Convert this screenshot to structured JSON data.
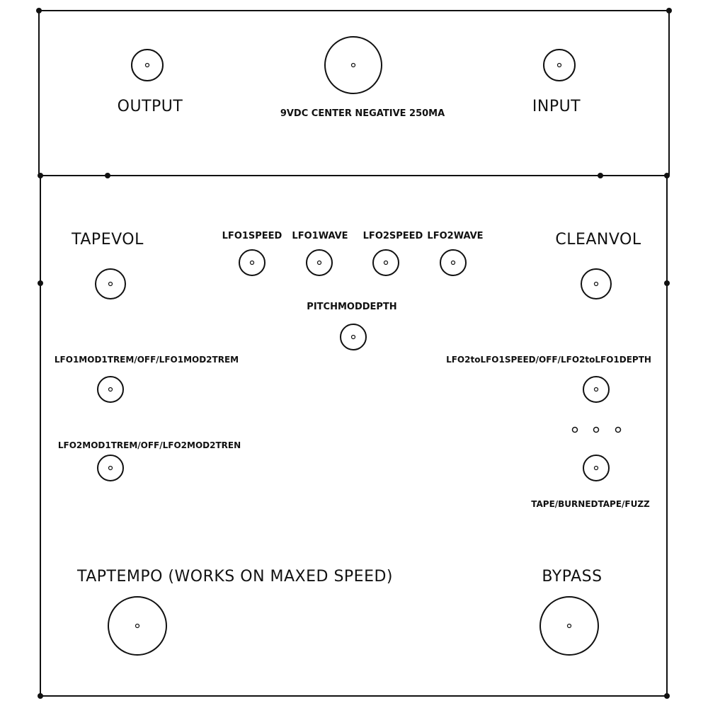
{
  "top_panel": {
    "output": "OUTPUT",
    "power": "9VDC CENTER NEGATIVE 250MA",
    "input": "INPUT"
  },
  "main_panel": {
    "tapevol": "TAPEVOL",
    "cleanvol": "CLEANVOL",
    "lfo1speed": "LFO1SPEED",
    "lfo1wave": "LFO1WAVE",
    "lfo2speed": "LFO2SPEED",
    "lfo2wave": "LFO2WAVE",
    "pitchmoddepth": "PITCHMODDEPTH",
    "lfo1mod_switch": "LFO1MOD1TREM/OFF/LFO1MOD2TREM",
    "lfo2mod_switch": "LFO2MOD1TREM/OFF/LFO2MOD2TREN",
    "lfo2_to_lfo1_switch": "LFO2toLFO1SPEED/OFF/LFO2toLFO1DEPTH",
    "mode_switch": "TAPE/BURNEDTAPE/FUZZ",
    "taptempo": "TAPTEMPO (WORKS ON MAXED SPEED)",
    "bypass": "BYPASS"
  }
}
